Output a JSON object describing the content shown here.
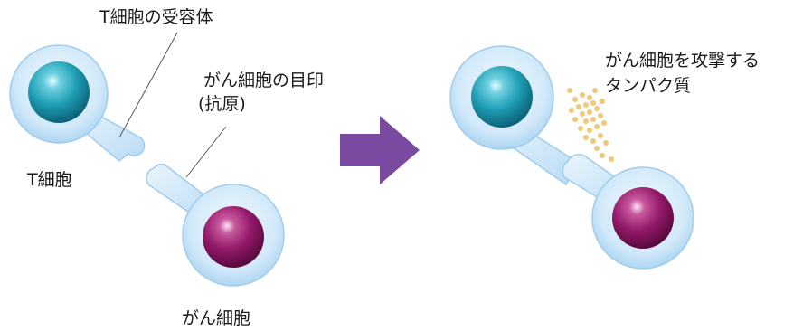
{
  "labels": {
    "t_cell_receptor": "T細胞の受容体",
    "cancer_marker_line1": "がん細胞の目印",
    "cancer_marker_line2": "(抗原)",
    "t_cell": "T細胞",
    "cancer_cell": "がん細胞",
    "attack_protein_line1": "がん細胞を攻撃する",
    "attack_protein_line2": "タンパク質"
  },
  "colors": {
    "membrane_light": "#eaf5fd",
    "membrane_mid": "#c4e2f7",
    "membrane_dark": "#9fcdee",
    "t_cell_nucleus": "#1f9fb5",
    "t_cell_nucleus_dark": "#0b6f86",
    "cancer_nucleus": "#9a1f6b",
    "cancer_nucleus_dark": "#6a0f48",
    "arrow": "#7a4aa0",
    "leader_line": "#555555",
    "protein_dots": "#f0c878"
  },
  "icons": {
    "arrow": "right-arrow-icon"
  }
}
